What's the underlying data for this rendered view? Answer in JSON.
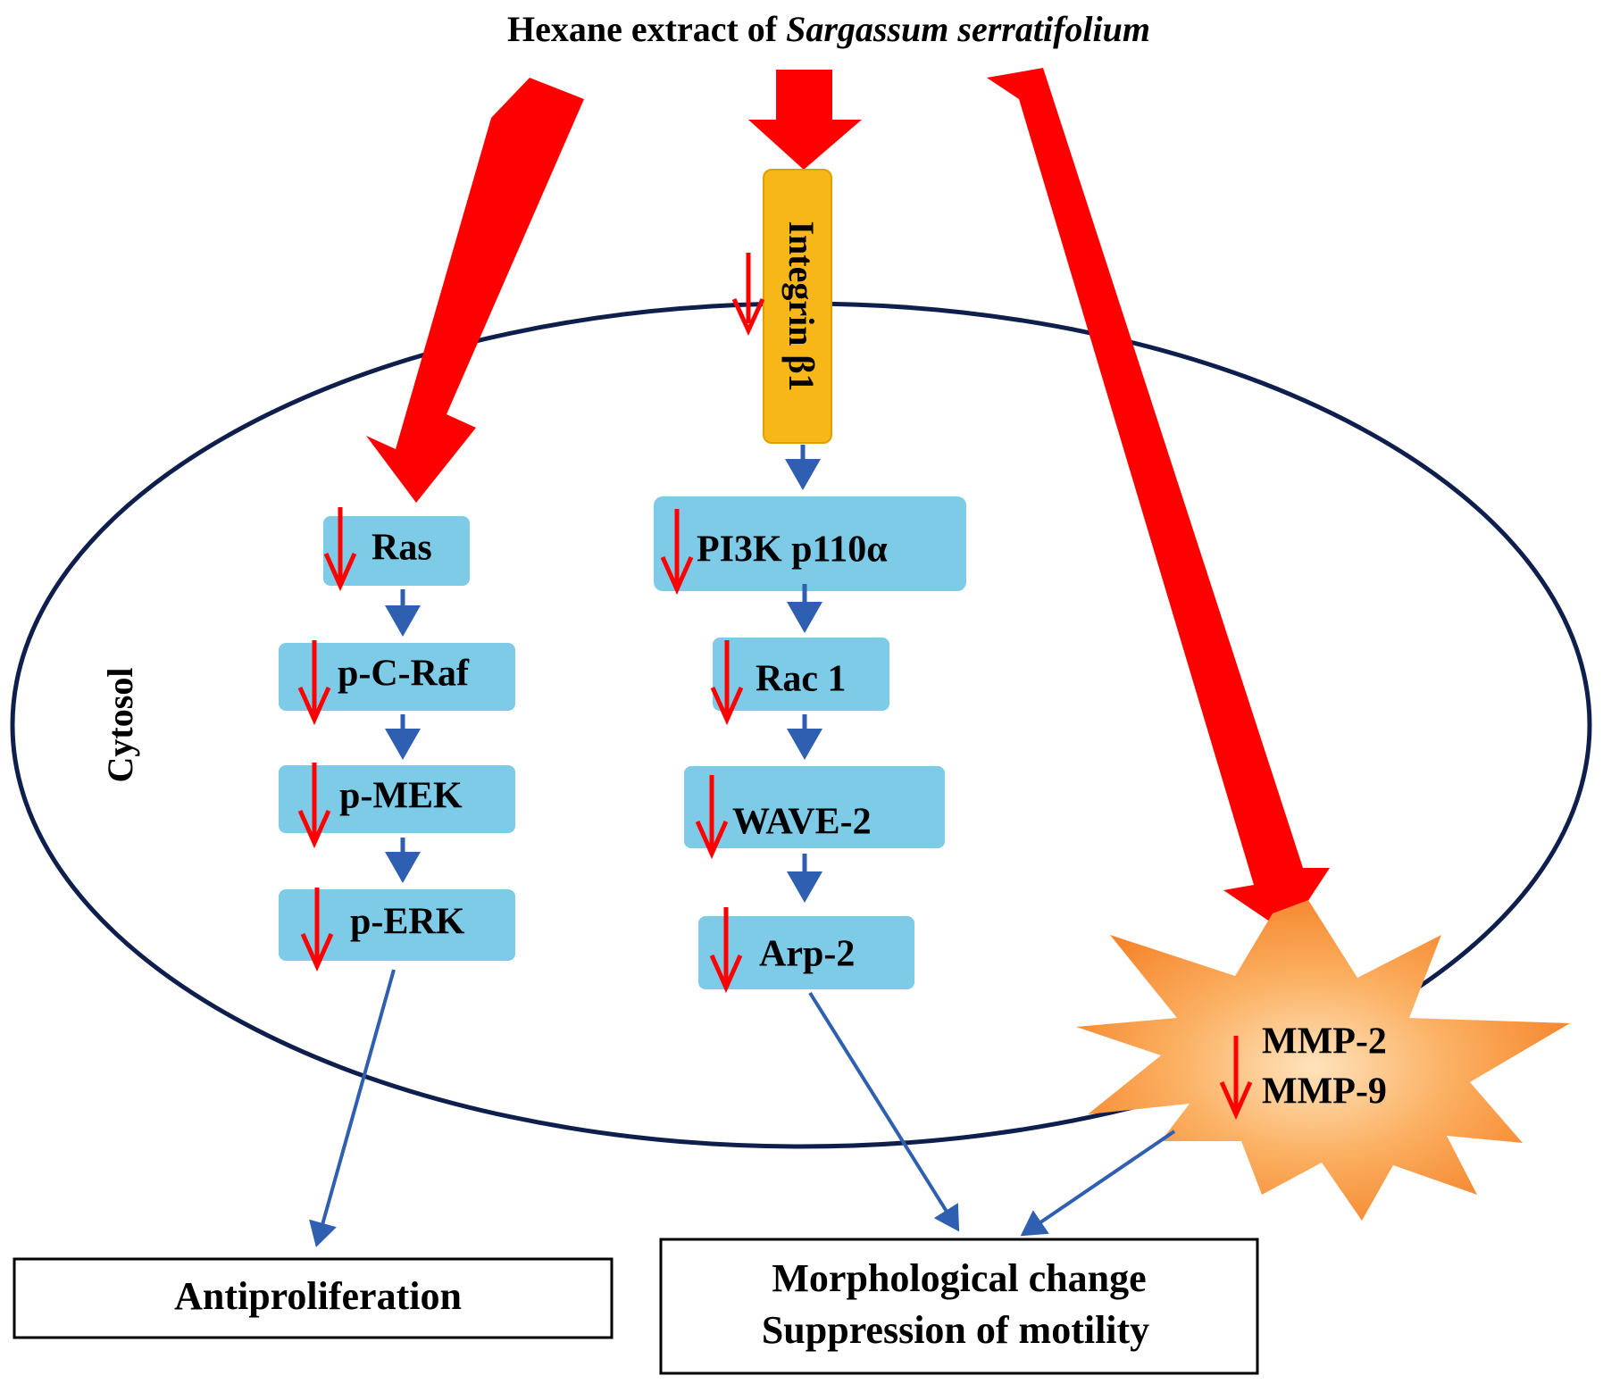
{
  "title": {
    "prefix": "Hexane extract of ",
    "species": "Sargassum serratifolium"
  },
  "compartment_label": "Cytosol",
  "left_pathway": {
    "nodes": [
      "Ras",
      "p-C-Raf",
      "p-MEK",
      "p-ERK"
    ],
    "outcome": "Antiproliferation"
  },
  "center_pathway": {
    "receptor": "Integrin β1",
    "nodes": [
      "PI3K p110α",
      "Rac 1",
      "WAVE-2",
      "Arp-2"
    ]
  },
  "right_pathway": {
    "targets": [
      "MMP-2",
      "MMP-9"
    ]
  },
  "combined_outcome": {
    "line1": "Morphological change",
    "line2": "Suppression of  motility"
  },
  "colors": {
    "red_arrow": "#ff0000",
    "blue_arrow": "#2f5fb0",
    "node_fill": "#7ecbe8",
    "receptor_fill": "#f7b718",
    "cell_outline": "#0f1f4d",
    "burst_center": "#ffe2b8",
    "burst_edge": "#f57a1f"
  }
}
